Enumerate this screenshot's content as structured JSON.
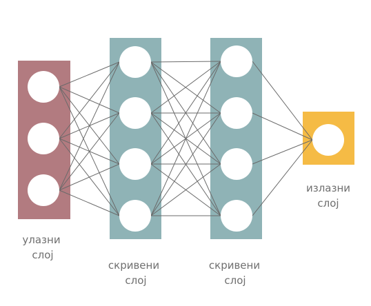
{
  "network": {
    "layers": [
      {
        "id": "input",
        "nodes": 3,
        "color": "#b27b80",
        "label_line1": "улазни",
        "label_line2": "слој"
      },
      {
        "id": "hidden1",
        "nodes": 4,
        "color": "#8fb3b6",
        "label_line1": "скривени",
        "label_line2": "слој"
      },
      {
        "id": "hidden2",
        "nodes": 4,
        "color": "#8fb3b6",
        "label_line1": "скривени",
        "label_line2": "слој"
      },
      {
        "id": "output",
        "nodes": 1,
        "color": "#f5bb45",
        "label_line1": "излазни",
        "label_line2": "слој"
      }
    ],
    "node_color": "#ffffff",
    "edge_color": "#6a6a6a"
  }
}
